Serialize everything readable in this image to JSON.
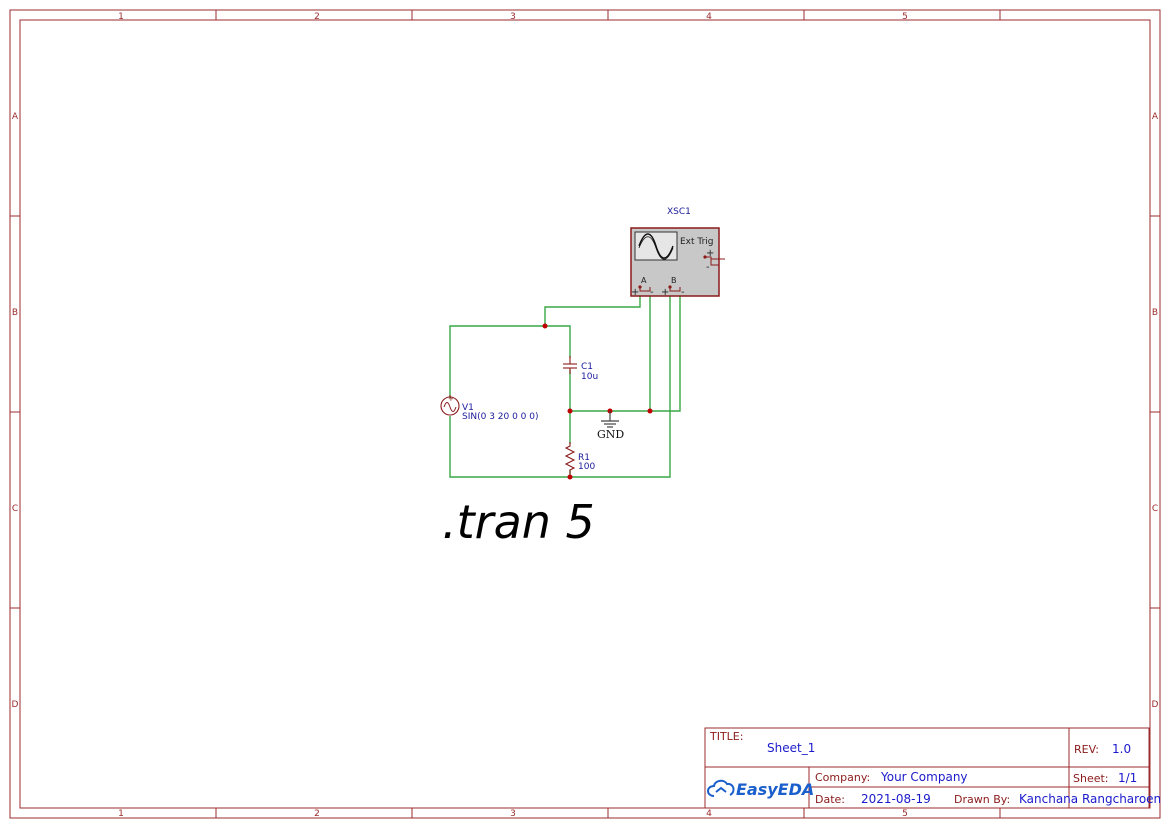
{
  "frame": {
    "columns": [
      "1",
      "2",
      "3",
      "4",
      "5"
    ],
    "rows": [
      "A",
      "B",
      "C",
      "D"
    ]
  },
  "components": {
    "scope": {
      "ref": "XSC1",
      "ext_trig_label": "Ext Trig",
      "ch_a": "A",
      "ch_b": "B",
      "plus": "+",
      "minus": "-"
    },
    "c1": {
      "ref": "C1",
      "value": "10u"
    },
    "v1": {
      "ref": "V1",
      "value": "SIN(0 3 20 0 0 0)"
    },
    "r1": {
      "ref": "R1",
      "value": "100"
    },
    "gnd": {
      "label": "GND"
    }
  },
  "directive": ".tran 5",
  "title_block": {
    "title_label": "TITLE:",
    "title_value": "Sheet_1",
    "rev_label": "REV:",
    "rev_value": "1.0",
    "logo_text": "EasyEDA",
    "company_label": "Company:",
    "company_value": "Your Company",
    "sheet_label": "Sheet:",
    "sheet_value": "1/1",
    "date_label": "Date:",
    "date_value": "2021-08-19",
    "drawn_label": "Drawn By:",
    "drawn_value": "Kanchana Rangcharoen"
  },
  "colors": {
    "frame": "#9b2b2b",
    "wire": "#39a845",
    "component": "#8b1a1a",
    "label": "#1a1a9b",
    "junction": "#c00000"
  }
}
